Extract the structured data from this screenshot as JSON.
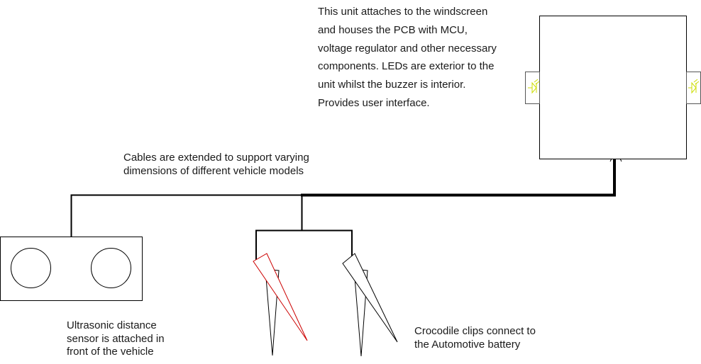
{
  "notes": {
    "unit": [
      "This unit attaches to the windscreen",
      "and houses the PCB with MCU,",
      "voltage regulator and other necessary",
      "components. LEDs are exterior to the",
      "unit whilst the buzzer is interior.",
      "Provides user interface."
    ],
    "cables": [
      "Cables are extended to support varying",
      "dimensions of different vehicle models"
    ],
    "sensor": [
      "Ultrasonic distance",
      "sensor is attached in",
      "front of the vehicle"
    ],
    "clips": [
      "Crocodile clips connect to",
      "the Automotive battery"
    ]
  },
  "colors": {
    "stroke": "#000000",
    "led": "#ccdd00",
    "led_housing": "#555555",
    "positive_clip": "#cc0000",
    "text": "#1a1a1a"
  },
  "icons": {
    "led": "led-diode-icon",
    "sensor_transducer": "circle-transducer-icon",
    "clip": "crocodile-clip-icon"
  }
}
